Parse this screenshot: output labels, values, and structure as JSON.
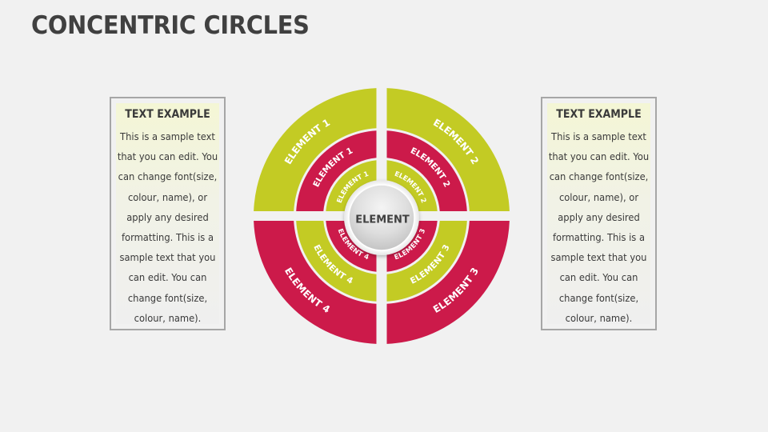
{
  "title": "CONCENTRIC CIRCLES",
  "colors": {
    "background": "#f1f1f1",
    "lime": "#c3cb24",
    "crimson": "#cc1a4a",
    "title_text": "#404040",
    "box_border": "#a6a6a6"
  },
  "left_box": {
    "heading": "TEXT EXAMPLE",
    "lines": [
      "This is a sample text",
      "that you can edit. You",
      "can change font(size,",
      "colour, name), or",
      "apply any desired",
      "formatting. This is a",
      "sample text that you",
      "can edit.  You can",
      "change font(size,",
      "colour, name)."
    ]
  },
  "right_box": {
    "heading": "TEXT EXAMPLE",
    "lines": [
      "This is a sample text",
      "that you can edit. You",
      "can change font(size,",
      "colour, name), or",
      "apply any desired",
      "formatting. This is a",
      "sample text that you",
      "can edit.  You can",
      "change font(size,",
      "colour, name)."
    ]
  },
  "diagram": {
    "center_label": "ELEMENT",
    "quadrants": [
      {
        "position": "top-left",
        "outer": "ELEMENT 1",
        "middle": "ELEMENT 1",
        "inner": "ELEMENT 1",
        "outer_color": "lime",
        "middle_color": "crimson",
        "inner_color": "lime"
      },
      {
        "position": "top-right",
        "outer": "ELEMENT 2",
        "middle": "ELEMENT 2",
        "inner": "ELEMENT 2",
        "outer_color": "lime",
        "middle_color": "crimson",
        "inner_color": "lime"
      },
      {
        "position": "bottom-right",
        "outer": "ELEMENT 3",
        "middle": "ELEMENT 3",
        "inner": "ELEMENT 3",
        "outer_color": "crimson",
        "middle_color": "lime",
        "inner_color": "crimson"
      },
      {
        "position": "bottom-left",
        "outer": "ELEMENT 4",
        "middle": "ELEMENT 4",
        "inner": "ELEMENT 4",
        "outer_color": "crimson",
        "middle_color": "lime",
        "inner_color": "crimson"
      }
    ]
  }
}
